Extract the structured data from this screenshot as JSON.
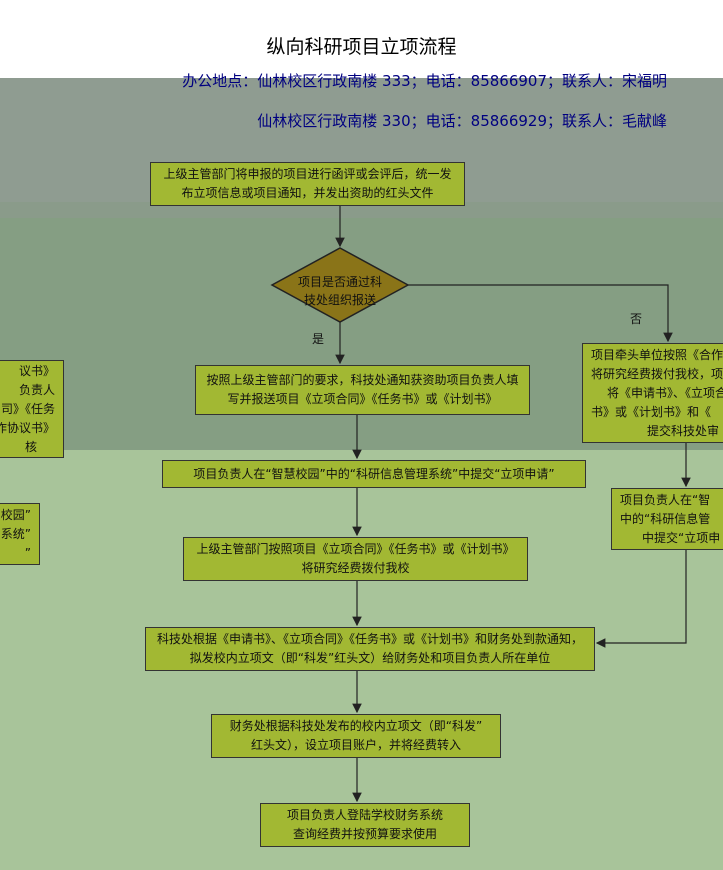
{
  "title": "纵向科研项目立项流程",
  "office": {
    "line1": "办公地点：仙林校区行政南楼 333；电话：85866907；联系人：宋福明",
    "line2": "仙林校区行政南楼 330；电话：85866929；联系人：毛献峰"
  },
  "colors": {
    "box_fill": "#a2b833",
    "diamond_fill": "#8a7418",
    "band_gray": "#8f9c91",
    "band_green_dark": "#859e83",
    "band_green_light": "#a8c49a"
  },
  "steps": {
    "s1": [
      "上级主管部门将申报的项目进行函评或会评后，统一发",
      "布立项信息或项目通知，并发出资助的红头文件"
    ],
    "decision": [
      "项目是否通过科",
      "技处组织报送"
    ],
    "yes": "是",
    "no": "否",
    "s3": [
      "按照上级主管部门的要求，科技处通知获资助项目负责人填",
      "写并报送项目《立项合同》《任务书》或《计划书》"
    ],
    "s4": "项目负责人在“智慧校园”中的“科研信息管理系统”中提交“立项申请”",
    "s5": [
      "上级主管部门按照项目《立项合同》《任务书》或《计划书》",
      "将研究经费拨付我校"
    ],
    "s6": [
      "科技处根据《申请书》、《立项合同》《任务书》或《计划书》和财务处到款通知，",
      "拟发校内立项文（即“科发”红头文）给财务处和项目负责人所在单位"
    ],
    "s7": [
      "财务处根据科技处发布的校内立项文（即“科发”",
      "红头文），设立项目账户，并将经费转入"
    ],
    "s8": [
      "项目负责人登陆学校财务系统",
      "查询经费并按预算要求使用"
    ],
    "r1": [
      "项目牵头单位按照《合作",
      "将研究经费拨付我校，项",
      "将《申请书》、《立项合",
      "书》或《计划书》和《",
      "提交科技处审"
    ],
    "r2": [
      "项目负责人在“智",
      "中的“科研信息管",
      "中提交“立项申"
    ],
    "l1": [
      "议书》",
      "负责人",
      "司》《任务",
      "作协议书》",
      "核"
    ],
    "l2": [
      "校园”",
      "系统”",
      "”"
    ]
  }
}
